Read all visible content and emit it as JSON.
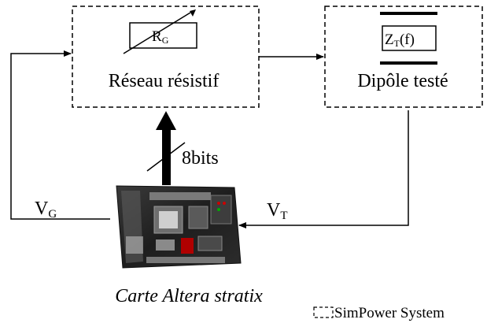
{
  "blocks": {
    "resistive_network": {
      "label": "Réseau résistif",
      "component": {
        "main": "R",
        "sub": "G"
      }
    },
    "tested_dipole": {
      "label": "Dipôle testé",
      "component": {
        "main": "Z",
        "sub": "T",
        "suffix": "(f)"
      }
    }
  },
  "signals": {
    "vg": {
      "main": "V",
      "sub": "G"
    },
    "vt": {
      "main": "V",
      "sub": "T"
    },
    "bus": "8bits"
  },
  "board": {
    "caption": "Carte Altera stratix"
  },
  "legend": {
    "label": "SimPower System"
  }
}
